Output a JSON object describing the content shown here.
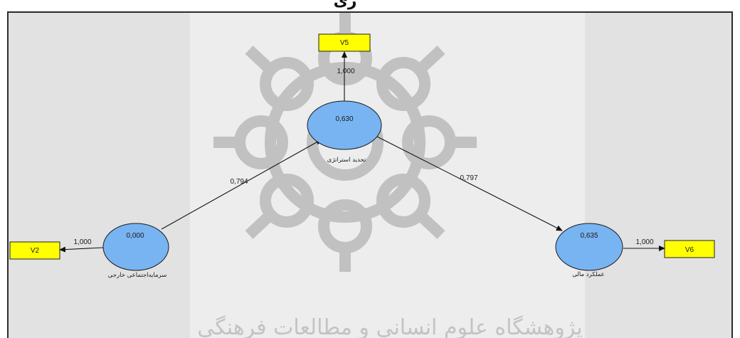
{
  "header": {
    "title_fragment": "ری"
  },
  "latent_variables": [
    {
      "id": "strategic",
      "name": "تجدید استراتژی",
      "r_squared": "0,630"
    },
    {
      "id": "social",
      "name": "سرمایه‌اجتماعی خارجی",
      "r_squared": "0,000"
    },
    {
      "id": "performance",
      "name": "عملکرد مالی",
      "r_squared": "0,635"
    }
  ],
  "indicators": [
    {
      "id": "v5",
      "label": "V5",
      "loading": "1,000"
    },
    {
      "id": "v2",
      "label": "V2",
      "loading": "1,000"
    },
    {
      "id": "v6",
      "label": "V6",
      "loading": "1,000"
    }
  ],
  "paths": [
    {
      "from": "social",
      "to": "strategic",
      "coefficient": "0,794"
    },
    {
      "from": "strategic",
      "to": "performance",
      "coefficient": "0,797"
    }
  ],
  "watermark": {
    "text": "پژوهشگاه علوم انسانی و مطالعات فرهنگی"
  },
  "colors": {
    "latent_fill": "#79b4f2",
    "indicator_fill": "#ffff00",
    "canvas_bg": "#ededed",
    "watermark": "#b5b5b5"
  }
}
